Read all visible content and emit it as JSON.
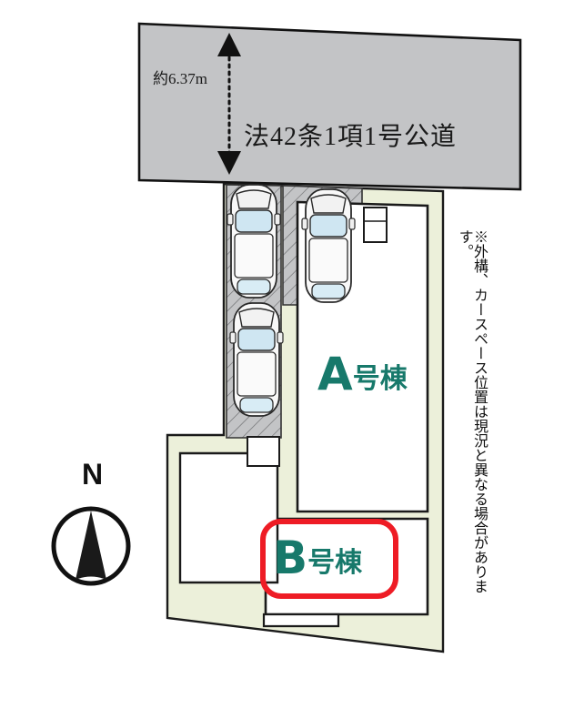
{
  "diagram": {
    "type": "site-plan",
    "title_context": "residential site layout",
    "road": {
      "label": "法42条1項1号公道",
      "width_label": "約6.37m",
      "fill_color": "#c3c4c6",
      "stroke_color": "#111111"
    },
    "site": {
      "fill_color": "#ecf0da",
      "stroke_color": "#111111"
    },
    "buildings": [
      {
        "id": "A",
        "letter": "A",
        "suffix": "号棟",
        "label_color": "#17796b",
        "highlighted": false
      },
      {
        "id": "B",
        "letter": "B",
        "suffix": "号棟",
        "label_color": "#17796b",
        "highlighted": true,
        "highlight_color": "#ee1c25"
      }
    ],
    "parking": {
      "car_count": 3,
      "hatch_fill": "#c3c4c6",
      "car_body_color": "#f7f7f7",
      "car_glass_color": "#cfe6f2"
    },
    "compass": {
      "letter": "N",
      "direction": "north-up",
      "color": "#111111"
    },
    "note": "※外構、カースペース位置は現況と異なる場合があります。"
  }
}
